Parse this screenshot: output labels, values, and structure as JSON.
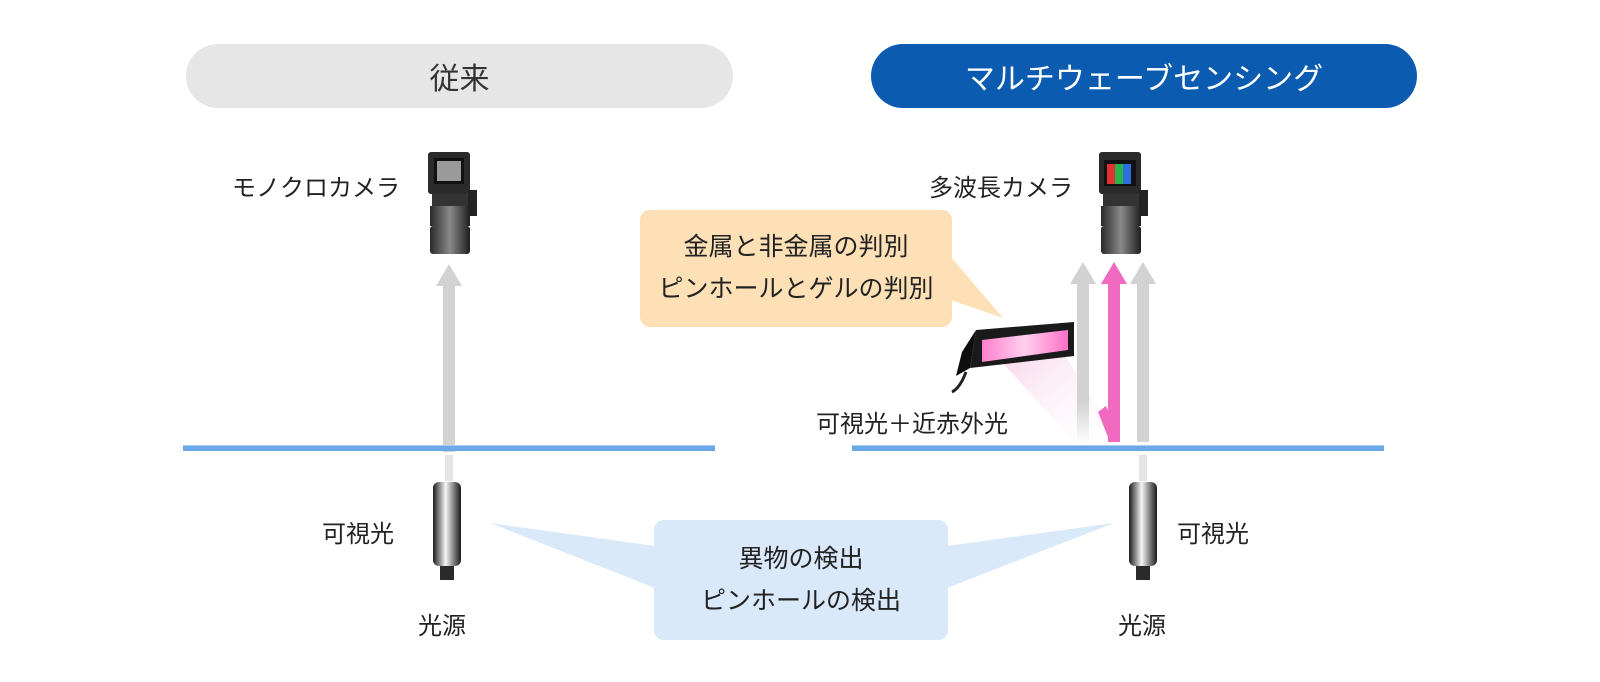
{
  "headers": {
    "conventional": "従来",
    "multiwave": "マルチウェーブセンシング"
  },
  "left": {
    "camera_label": "モノクロカメラ",
    "light_label": "可視光",
    "source_label": "光源"
  },
  "right": {
    "camera_label": "多波長カメラ",
    "light_label": "可視光",
    "source_label": "光源",
    "nir_light_label": "可視光＋近赤外光"
  },
  "callout_orange": {
    "line1": "金属と非金属の判別",
    "line2": "ピンホールとゲルの判別"
  },
  "callout_blue": {
    "line1": "異物の検出",
    "line2": "ピンホールの検出"
  },
  "colors": {
    "multiwave_header": "#0b5cb0",
    "conventional_header": "#e6e6e6",
    "orange_callout": "#fde0b6",
    "blue_callout": "#d9e9f9",
    "film_line": "#6aa8e8",
    "nir_arrow": "#f06ac0",
    "gray_arrow": "#cfcfcf"
  }
}
